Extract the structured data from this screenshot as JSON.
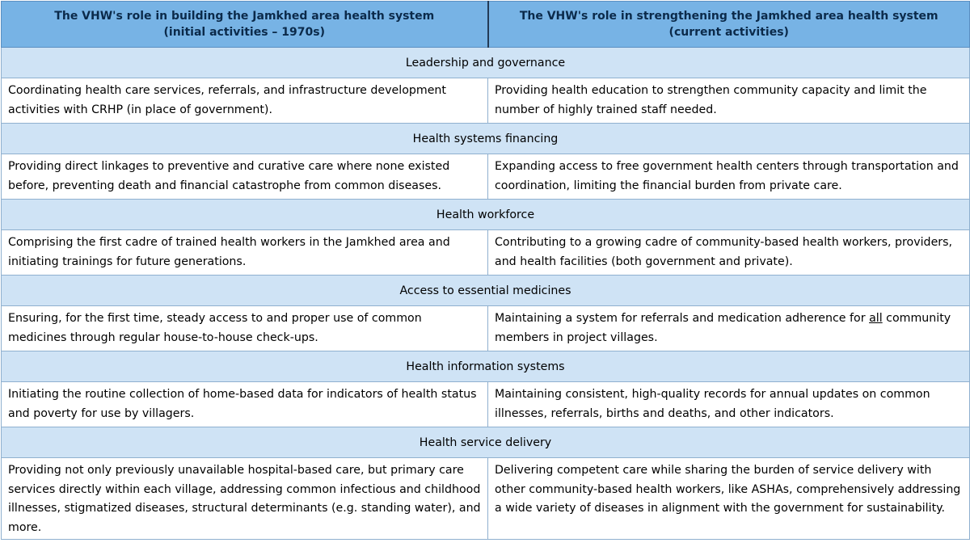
{
  "header": {
    "col1": "The VHW's role in building the Jamkhed area health system (initial activities – 1970s)",
    "col1_line1": "The VHW's role in building the Jamkhed area health system",
    "col1_line2": "(initial activities – 1970s)",
    "col2_line1": "The VHW's role in strengthening the Jamkhed area health system",
    "col2_line2": "(current activities)"
  },
  "sections": [
    {
      "title": "Leadership and governance",
      "initial": "Coordinating health care services, referrals, and infrastructure development activities with CRHP (in place of government).",
      "current": "Providing health education to strengthen community capacity and limit the number of highly trained staff needed."
    },
    {
      "title": "Health systems financing",
      "initial": "Providing direct linkages to preventive and curative care where none existed before, preventing death and financial catastrophe from common diseases.",
      "current": "Expanding access to free government health centers through transportation and coordination, limiting the financial burden from private care."
    },
    {
      "title": "Health workforce",
      "initial": "Comprising the first cadre of trained health workers in the Jamkhed area and initiating trainings for future generations.",
      "current": "Contributing to a growing cadre of community-based health workers, providers, and health facilities (both government and private)."
    },
    {
      "title": "Access to essential medicines",
      "initial": "Ensuring, for the first time, steady access to and proper use of common medicines through regular house-to-house check-ups.",
      "current_before": "Maintaining a system for referrals and medication adherence for ",
      "current_underlined": "all",
      "current_after": " community members in project villages."
    },
    {
      "title": "Health information systems",
      "initial": "Initiating the routine collection of home-based data for indicators of health status and poverty for use by villagers.",
      "current": "Maintaining consistent, high-quality records for annual updates on common illnesses, referrals, births and deaths, and other indicators."
    },
    {
      "title": "Health service delivery",
      "initial": "Providing not only previously unavailable hospital-based care, but primary care services directly within each village, addressing common infectious and childhood illnesses, stigmatized diseases, structural determinants (e.g. standing water), and more.",
      "current": "Delivering competent care while sharing the burden of service delivery with other community-based health workers, like ASHAs, comprehensively addressing a wide variety of diseases in alignment with the government for sustainability."
    }
  ]
}
